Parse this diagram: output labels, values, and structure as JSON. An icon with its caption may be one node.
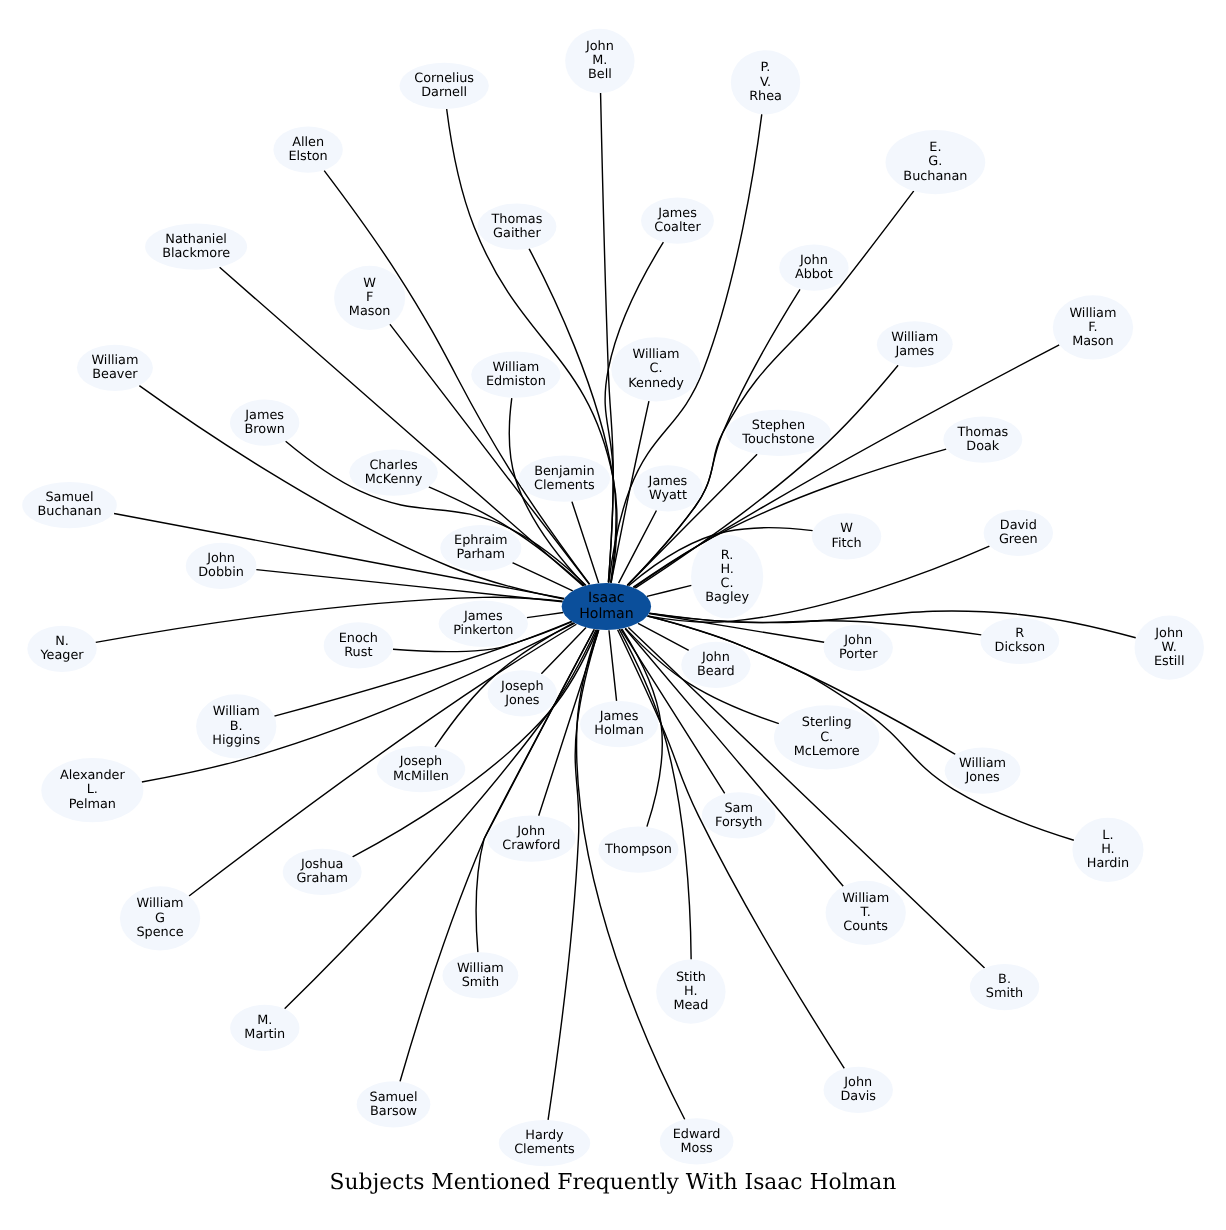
{
  "diagram": {
    "title": "Subjects Mentioned Frequently With Isaac Holman",
    "nodes": [
      {
        "text": [
          "Isaac Holman"
        ]
      },
      {
        "text": [
          "R. H. C. Bagley"
        ]
      },
      {
        "text": [
          "John Crawford"
        ]
      },
      {
        "text": [
          "Thomas Gaither"
        ]
      },
      {
        "text": [
          "L. H. Hardin"
        ]
      },
      {
        "text": [
          "N. Yeager"
        ]
      },
      {
        "text": [
          "William Smith"
        ]
      },
      {
        "text": [
          "Sam Forsyth"
        ]
      },
      {
        "text": [
          "Edward Moss"
        ]
      },
      {
        "text": [
          "William T. Counts"
        ]
      },
      {
        "text": [
          "John Davis"
        ]
      },
      {
        "text": [
          "James Pinkerton"
        ]
      },
      {
        "text": [
          "Sterling C. McLemore"
        ]
      },
      {
        "text": [
          "R Dickson"
        ]
      },
      {
        "text": [
          "P. V. Rhea"
        ]
      },
      {
        "text": [
          "James Holman"
        ]
      },
      {
        "text": [
          "Thompson"
        ]
      },
      {
        "text": [
          "James Brown"
        ]
      },
      {
        "text": [
          "William Beaver"
        ]
      },
      {
        "text": [
          "Nathaniel Blackmore"
        ]
      },
      {
        "text": [
          "Joshua Graham"
        ]
      },
      {
        "text": [
          "Enoch Rust"
        ]
      },
      {
        "text": [
          "William F. Mason"
        ]
      },
      {
        "text": [
          "John Abbot"
        ]
      },
      {
        "text": [
          "Cornelius Darnell"
        ]
      },
      {
        "text": [
          "Joseph Jones"
        ]
      },
      {
        "text": [
          "Stephen Touchstone"
        ]
      },
      {
        "text": [
          "John Dobbin"
        ]
      },
      {
        "text": [
          "Hardy Clements"
        ]
      },
      {
        "text": [
          "John Beard"
        ]
      },
      {
        "text": [
          "William Edmiston"
        ]
      },
      {
        "text": [
          "William James"
        ]
      },
      {
        "text": [
          "Samuel Barsow"
        ]
      },
      {
        "text": [
          "Allen Elston"
        ]
      },
      {
        "text": [
          "Thomas Doak"
        ]
      },
      {
        "text": [
          "Joseph McMillen"
        ]
      },
      {
        "text": [
          "John M. Bell"
        ]
      },
      {
        "text": [
          "James Coalter"
        ]
      },
      {
        "text": [
          "Alexander L. Pelman"
        ]
      },
      {
        "text": [
          "Ephraim Parham"
        ]
      },
      {
        "text": [
          "Charles McKenny"
        ]
      },
      {
        "text": [
          "W F Mason"
        ]
      },
      {
        "text": [
          "Samuel Buchanan"
        ]
      },
      {
        "text": [
          "James Wyatt"
        ]
      },
      {
        "text": [
          "John Porter"
        ]
      },
      {
        "text": [
          "William B. Higgins"
        ]
      },
      {
        "text": [
          "John W. Estill"
        ]
      },
      {
        "text": [
          "B. Smith"
        ]
      },
      {
        "text": [
          "William Jones"
        ]
      },
      {
        "text": [
          "W Fitch"
        ]
      },
      {
        "text": [
          "William G Spence"
        ]
      },
      {
        "text": [
          "David Green"
        ]
      },
      {
        "text": [
          "E. G. Buchanan"
        ]
      },
      {
        "text": [
          "Benjamin Clements"
        ]
      },
      {
        "text": [
          "William C. Kennedy"
        ]
      },
      {
        "text": [
          "Stith H. Mead"
        ]
      },
      {
        "text": [
          "M. Martin"
        ]
      }
    ],
    "edges": [
      {
        "from": 0,
        "to": 1,
        "arrow": "none"
      },
      {
        "from": 0,
        "to": 2,
        "arrow": "none"
      },
      {
        "from": 0,
        "to": 3,
        "arrow": "none"
      },
      {
        "from": 0,
        "to": 4,
        "arrow": "none"
      },
      {
        "from": 0,
        "to": 5,
        "arrow": "none"
      },
      {
        "from": 0,
        "to": 6,
        "arrow": "none"
      },
      {
        "from": 0,
        "to": 7,
        "arrow": "none"
      },
      {
        "from": 0,
        "to": 8,
        "arrow": "none"
      },
      {
        "from": 0,
        "to": 9,
        "arrow": "none"
      },
      {
        "from": 0,
        "to": 10,
        "arrow": "none"
      },
      {
        "from": 0,
        "to": 11,
        "arrow": "none"
      },
      {
        "from": 0,
        "to": 12,
        "arrow": "none"
      },
      {
        "from": 0,
        "to": 13,
        "arrow": "none"
      },
      {
        "from": 0,
        "to": 14,
        "arrow": "none"
      },
      {
        "from": 0,
        "to": 15,
        "arrow": "none"
      },
      {
        "from": 0,
        "to": 16,
        "arrow": "none"
      },
      {
        "from": 0,
        "to": 17,
        "arrow": "none"
      },
      {
        "from": 0,
        "to": 18,
        "arrow": "none"
      },
      {
        "from": 0,
        "to": 19,
        "arrow": "none"
      },
      {
        "from": 0,
        "to": 20,
        "arrow": "none"
      },
      {
        "from": 0,
        "to": 21,
        "arrow": "none"
      },
      {
        "from": 0,
        "to": 22,
        "arrow": "none"
      },
      {
        "from": 0,
        "to": 23,
        "arrow": "none"
      },
      {
        "from": 0,
        "to": 24,
        "arrow": "none"
      },
      {
        "from": 0,
        "to": 25,
        "arrow": "none"
      },
      {
        "from": 0,
        "to": 26,
        "arrow": "none"
      },
      {
        "from": 0,
        "to": 27,
        "arrow": "none"
      },
      {
        "from": 0,
        "to": 28,
        "arrow": "none"
      },
      {
        "from": 0,
        "to": 29,
        "arrow": "none"
      },
      {
        "from": 0,
        "to": 30,
        "arrow": "none"
      },
      {
        "from": 0,
        "to": 31,
        "arrow": "none"
      },
      {
        "from": 0,
        "to": 32,
        "arrow": "none"
      },
      {
        "from": 0,
        "to": 33,
        "arrow": "none"
      },
      {
        "from": 0,
        "to": 34,
        "arrow": "none"
      },
      {
        "from": 0,
        "to": 35,
        "arrow": "none"
      },
      {
        "from": 0,
        "to": 36,
        "arrow": "none"
      },
      {
        "from": 0,
        "to": 37,
        "arrow": "none"
      },
      {
        "from": 0,
        "to": 38,
        "arrow": "none"
      },
      {
        "from": 0,
        "to": 39,
        "arrow": "none"
      },
      {
        "from": 0,
        "to": 40,
        "arrow": "none"
      },
      {
        "from": 0,
        "to": 41,
        "arrow": "none"
      },
      {
        "from": 0,
        "to": 42,
        "arrow": "none"
      },
      {
        "from": 0,
        "to": 43,
        "arrow": "none"
      },
      {
        "from": 0,
        "to": 44,
        "arrow": "none"
      },
      {
        "from": 0,
        "to": 45,
        "arrow": "none"
      },
      {
        "from": 0,
        "to": 46,
        "arrow": "none"
      },
      {
        "from": 0,
        "to": 47,
        "arrow": "none"
      },
      {
        "from": 0,
        "to": 48,
        "arrow": "none"
      },
      {
        "from": 0,
        "to": 49,
        "arrow": "none"
      },
      {
        "from": 0,
        "to": 50,
        "arrow": "none"
      },
      {
        "from": 0,
        "to": 51,
        "arrow": "none"
      },
      {
        "from": 0,
        "to": 52,
        "arrow": "none"
      },
      {
        "from": 0,
        "to": 53,
        "arrow": "none"
      },
      {
        "from": 0,
        "to": 54,
        "arrow": "none"
      },
      {
        "from": 0,
        "to": 55,
        "arrow": "none"
      },
      {
        "from": 0,
        "to": 56,
        "arrow": "none"
      }
    ]
  }
}
